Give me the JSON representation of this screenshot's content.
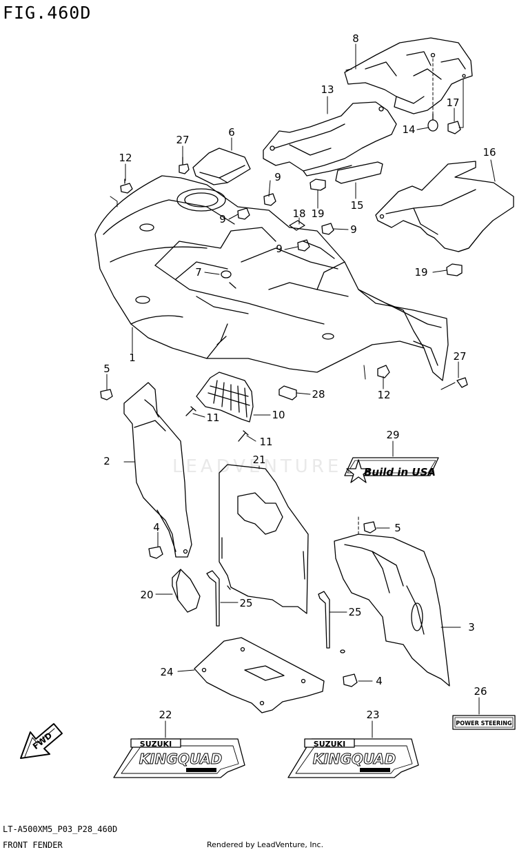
{
  "figure": {
    "title": "FIG.460D",
    "model_code": "LT-A500XM5_P03_P28_460D",
    "section_name": "FRONT FENDER",
    "rendered_by": "Rendered by LeadVenture, Inc.",
    "watermark": "LEADVENTURE"
  },
  "decals": {
    "build_in_usa": "Build in USA",
    "power_steering": "POWER STEERING",
    "suzuki": "SUZUKI",
    "kingquad": "KINGQUAD",
    "fwd": "FWD"
  },
  "callouts": [
    {
      "id": "c1",
      "text": "1"
    },
    {
      "id": "c2",
      "text": "2"
    },
    {
      "id": "c3",
      "text": "3"
    },
    {
      "id": "c4a",
      "text": "4"
    },
    {
      "id": "c4b",
      "text": "4"
    },
    {
      "id": "c5a",
      "text": "5"
    },
    {
      "id": "c5b",
      "text": "5"
    },
    {
      "id": "c6",
      "text": "6"
    },
    {
      "id": "c7",
      "text": "7"
    },
    {
      "id": "c8",
      "text": "8"
    },
    {
      "id": "c9a",
      "text": "9"
    },
    {
      "id": "c9b",
      "text": "9"
    },
    {
      "id": "c9c",
      "text": "9"
    },
    {
      "id": "c9d",
      "text": "9"
    },
    {
      "id": "c10",
      "text": "10"
    },
    {
      "id": "c11a",
      "text": "11"
    },
    {
      "id": "c11b",
      "text": "11"
    },
    {
      "id": "c12a",
      "text": "12"
    },
    {
      "id": "c12b",
      "text": "12"
    },
    {
      "id": "c13",
      "text": "13"
    },
    {
      "id": "c14",
      "text": "14"
    },
    {
      "id": "c15",
      "text": "15"
    },
    {
      "id": "c16",
      "text": "16"
    },
    {
      "id": "c17",
      "text": "17"
    },
    {
      "id": "c18",
      "text": "18"
    },
    {
      "id": "c19a",
      "text": "19"
    },
    {
      "id": "c19b",
      "text": "19"
    },
    {
      "id": "c20",
      "text": "20"
    },
    {
      "id": "c21",
      "text": "21"
    },
    {
      "id": "c22",
      "text": "22"
    },
    {
      "id": "c23",
      "text": "23"
    },
    {
      "id": "c24",
      "text": "24"
    },
    {
      "id": "c25a",
      "text": "25"
    },
    {
      "id": "c25b",
      "text": "25"
    },
    {
      "id": "c26",
      "text": "26"
    },
    {
      "id": "c27a",
      "text": "27"
    },
    {
      "id": "c27b",
      "text": "27"
    },
    {
      "id": "c28",
      "text": "28"
    },
    {
      "id": "c29",
      "text": "29"
    }
  ]
}
